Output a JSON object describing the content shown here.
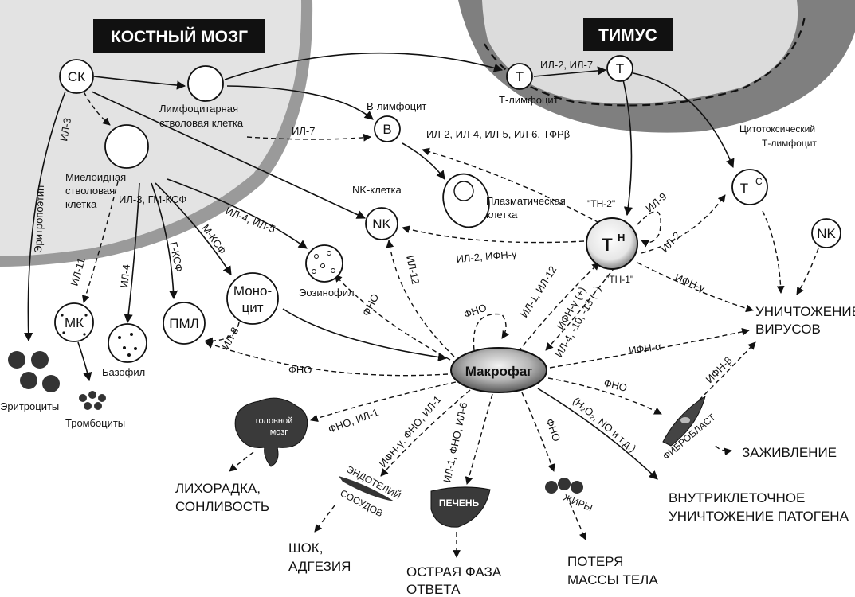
{
  "regions": {
    "bone_marrow": "КОСТНЫЙ МОЗГ",
    "thymus": "ТИМУС"
  },
  "cells": {
    "sk": "СК",
    "lymphoid_stem_1": "Лимфоцитарная",
    "lymphoid_stem_2": "стволовая клетка",
    "myeloid_stem_1": "Миелоидная",
    "myeloid_stem_2": "стволовая",
    "myeloid_stem_3": "клетка",
    "b_lymphocyte_label": "B-лимфоцит",
    "b_letter": "B",
    "t_letter": "T",
    "t_lymphocyte_label": "Т-лимфоцит",
    "cytotoxic_1": "Цитотоксический",
    "cytotoxic_2": "Т-лимфоцит",
    "tc": "T",
    "tc_sup": "C",
    "th": "T",
    "th_sup": "H",
    "th2": "\"TH-2\"",
    "th1": "\"TH-1\"",
    "plasma_1": "Плазматическая",
    "plasma_2": "клетка",
    "nk_label": "NK-клетка",
    "nk": "NK",
    "nk_right": "NK",
    "eosinophil": "Эозинофил",
    "monocyte_1": "Моно-",
    "monocyte_2": "цит",
    "pml": "ПМЛ",
    "mk": "МК",
    "basophil": "Базофил",
    "erythrocytes": "Эритроциты",
    "thrombocytes": "Тромбоциты",
    "macrophage": "Макрофаг",
    "brain_1": "головной",
    "brain_2": "мозг",
    "endothelium_1": "ЭНДОТЕЛИЙ",
    "endothelium_2": "СОСУДОВ",
    "liver": "ПЕЧЕНЬ",
    "fats": "ЖИРЫ",
    "fibroblast": "ФИБРОБЛАСТ"
  },
  "cytokines": {
    "il3_vertical": "ИЛ-3",
    "erythropoietin": "Эритропоэтин",
    "il2_il7": "ИЛ-2, ИЛ-7",
    "il7": "ИЛ-7",
    "il_group_b": "ИЛ-2, ИЛ-4, ИЛ-5, ИЛ-6, ТФРβ",
    "il3_gmcsf": "ИЛ-3, ГМ-КСФ",
    "il4_il5": "ИЛ-4, ИЛ-5",
    "m_csf": "М-КСФ",
    "g_csf": "Г-КСФ",
    "il11": "ИЛ-11",
    "il4": "ИЛ-4",
    "il8": "ИЛ-8",
    "fno_pml": "ФНО",
    "fno_eos": "ФНО",
    "il12": "ИЛ-12",
    "il2_ifn": "ИЛ-2, ИФН-γ",
    "il9": "ИЛ-9",
    "il2_tc": "ИЛ-2",
    "ifn_gamma_right": "ИФН-γ",
    "il1_il12": "ИЛ-1, ИЛ-12",
    "ifn_plus": "ИФН-γ (+)",
    "il4_minus": "ИЛ-4, -10, -13 (−)",
    "fno_loop": "ФНО",
    "ifn_alpha": "ИФН-α",
    "ifn_beta": "ИФН-β",
    "fno_fibro": "ФНО",
    "h2o2_no": "(H₂O₂, NO и т.д.)",
    "fno_il1_brain": "ФНО, ИЛ-1",
    "ifn_fno_il1": "ИФН-γ, ФНО, ИЛ-1",
    "il1_fno_il6": "ИЛ-1, ФНО, ИЛ-6",
    "fno_fats": "ФНО"
  },
  "outcomes": {
    "virus_1": "УНИЧТОЖЕНИЕ",
    "virus_2": "ВИРУСОВ",
    "healing": "ЗАЖИВЛЕНИЕ",
    "intracellular_1": "ВНУТРИКЛЕТОЧНОЕ",
    "intracellular_2": "УНИЧТОЖЕНИЕ ПАТОГЕНА",
    "fever_1": "ЛИХОРАДКА,",
    "fever_2": "СОНЛИВОСТЬ",
    "shock_1": "ШОК,",
    "shock_2": "АДГЕЗИЯ",
    "acute_1": "ОСТРАЯ ФАЗА",
    "acute_2": "ОТВЕТА",
    "weight_1": "ПОТЕРЯ",
    "weight_2": "МАССЫ ТЕЛА"
  }
}
